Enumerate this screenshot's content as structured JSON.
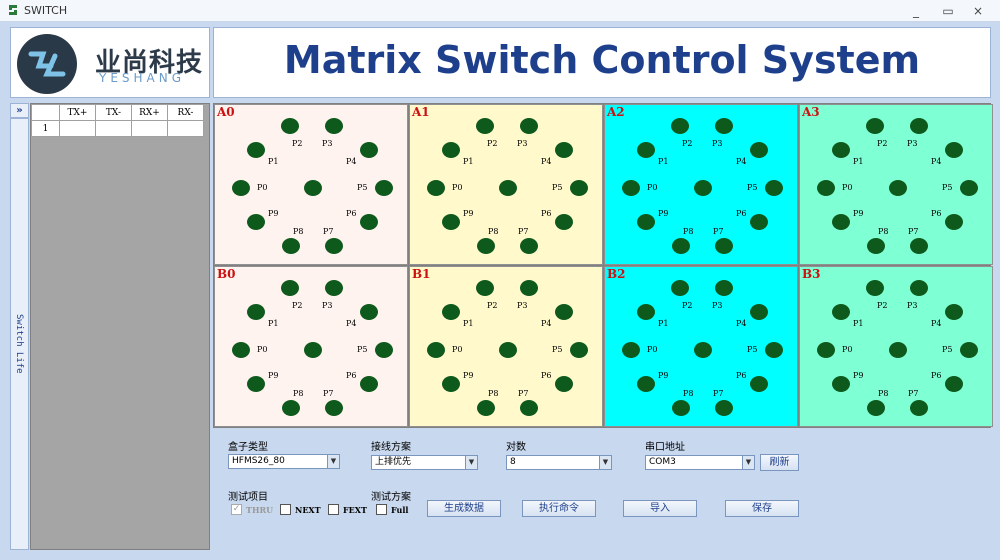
{
  "window": {
    "title": "SWITCH",
    "minimize": "_",
    "maximize": "▭",
    "close": "×"
  },
  "logo": {
    "cn": "业尚科技",
    "en": "YESHANG"
  },
  "header": {
    "title": "Matrix Switch Control System"
  },
  "sidebar": {
    "collapse": "»",
    "vertical_tab": "Switch Life"
  },
  "grid": {
    "columns": [
      "",
      "TX+",
      "TX-",
      "RX+",
      "RX-"
    ],
    "rows": [
      [
        "1",
        "",
        "",
        "",
        ""
      ]
    ]
  },
  "boxes": [
    {
      "label": "A0",
      "color": "#fff3ef"
    },
    {
      "label": "A1",
      "color": "#fff9cc"
    },
    {
      "label": "A2",
      "color": "#00ffff"
    },
    {
      "label": "A3",
      "color": "#7fffd4"
    },
    {
      "label": "B0",
      "color": "#fff3ef"
    },
    {
      "label": "B1",
      "color": "#fff9cc"
    },
    {
      "label": "B2",
      "color": "#00ffff"
    },
    {
      "label": "B3",
      "color": "#7fffd4"
    }
  ],
  "pin_labels": [
    "P0",
    "P1",
    "P2",
    "P3",
    "P4",
    "P5",
    "P6",
    "P7",
    "P8",
    "P9"
  ],
  "controls": {
    "box_type_label": "盒子类型",
    "box_type_value": "HFMS26_80",
    "wiring_label": "接线方案",
    "wiring_value": "上排优先",
    "pairs_label": "对数",
    "pairs_value": "8",
    "port_label": "串口地址",
    "port_value": "COM3",
    "refresh": "刷新",
    "test_items_label": "测试项目",
    "test_plan_label": "测试方案",
    "chk_thru": "THRU",
    "chk_next": "NEXT",
    "chk_fext": "FEXT",
    "chk_full": "Full",
    "generate": "生成数据",
    "execute": "执行命令",
    "import": "导入",
    "save": "保存"
  }
}
